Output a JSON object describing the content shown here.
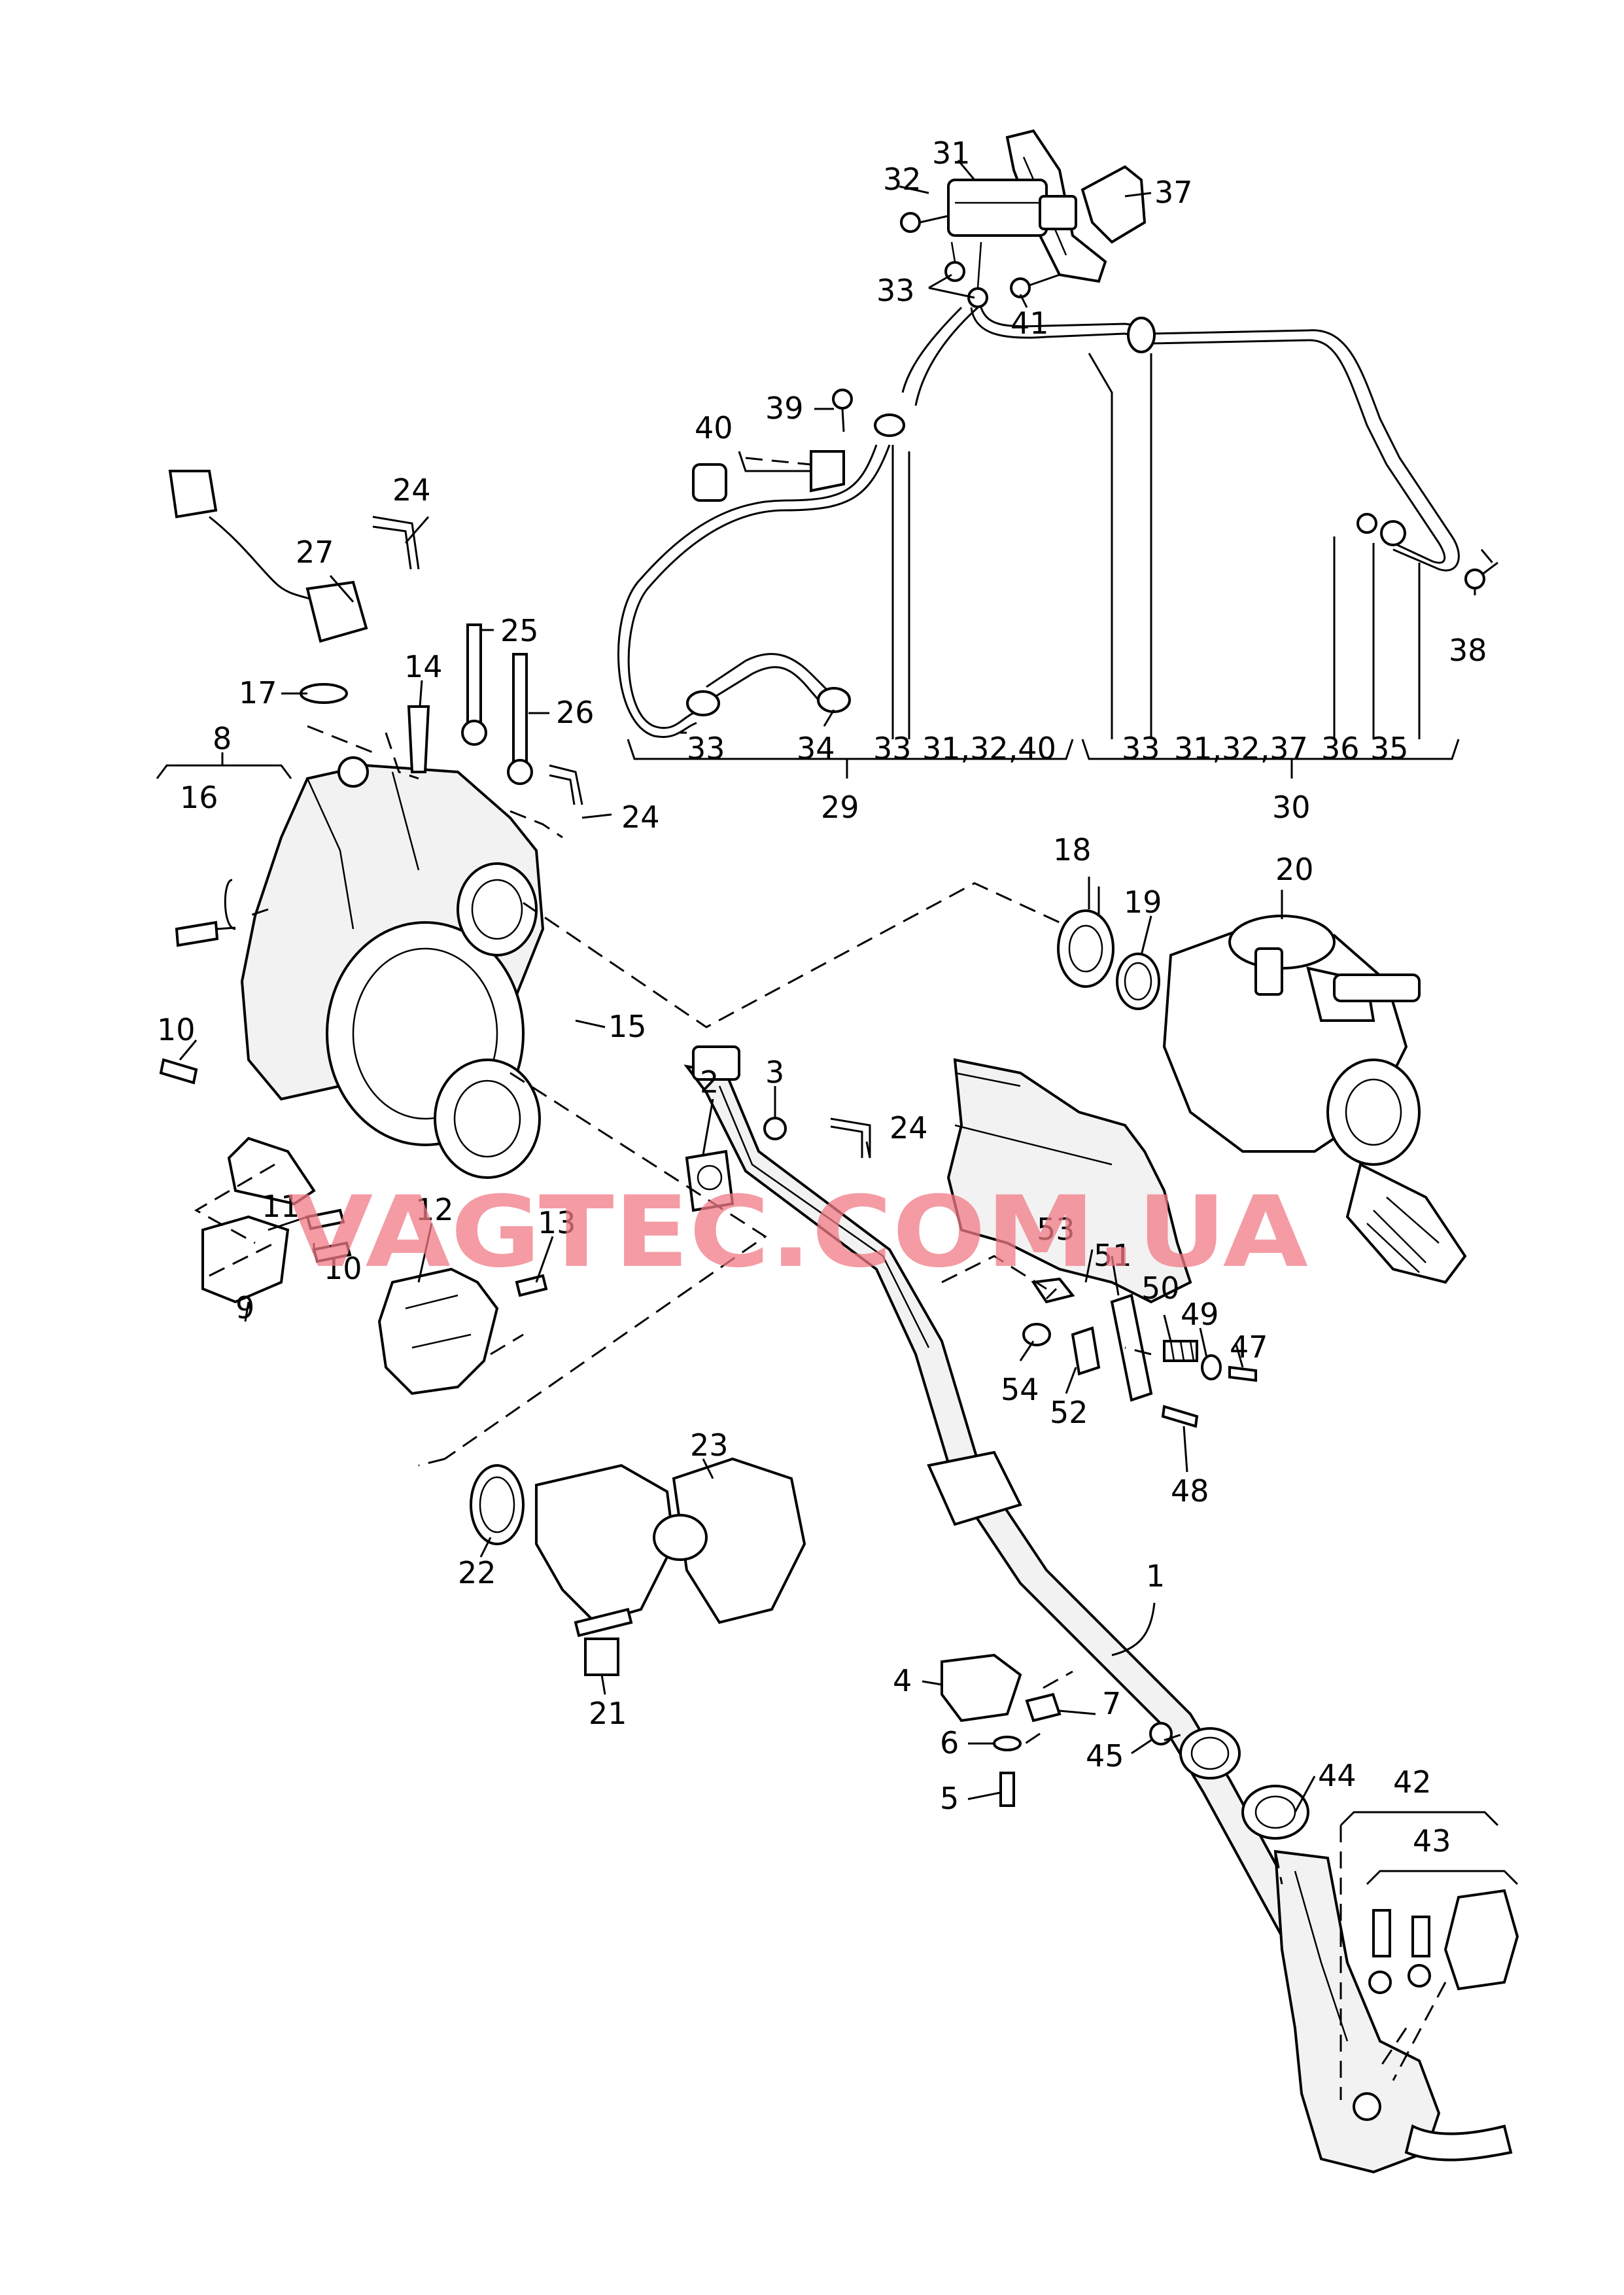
{
  "watermark": "VAGTEC.COM.UA",
  "labels": {
    "n1": "1",
    "n2": "2",
    "n3": "3",
    "n4": "4",
    "n5": "5",
    "n6": "6",
    "n7": "7",
    "n8": "8",
    "n9": "9",
    "n10a": "10",
    "n10b": "10",
    "n11": "11",
    "n12": "12",
    "n13": "13",
    "n14": "14",
    "n15": "15",
    "n16": "16",
    "n17": "17",
    "n18": "18",
    "n19": "19",
    "n20": "20",
    "n21": "21",
    "n22": "22",
    "n23": "23",
    "n24a": "24",
    "n24b": "24",
    "n24c": "24",
    "n25": "25",
    "n26": "26",
    "n27": "27",
    "n29": "29",
    "n30": "30",
    "n31": "31",
    "n32": "32",
    "n33a": "33",
    "n33b": "33",
    "n33c": "33",
    "n33d": "33",
    "n34": "34",
    "n35": "35",
    "n36": "36",
    "n37": "37",
    "n38": "38",
    "n39": "39",
    "n40": "40",
    "n41": "41",
    "n42": "42",
    "n43": "43",
    "n44": "44",
    "n45": "45",
    "n47": "47",
    "n48": "48",
    "n49": "49",
    "n50": "50",
    "n51": "51",
    "n52": "52",
    "n53": "53",
    "n54": "54",
    "g_31_32_40": "31,32,40",
    "g_31_32_37": "31,32,37"
  },
  "colors": {
    "line": "#000000",
    "watermark": "#f07a86",
    "background": "#ffffff"
  }
}
